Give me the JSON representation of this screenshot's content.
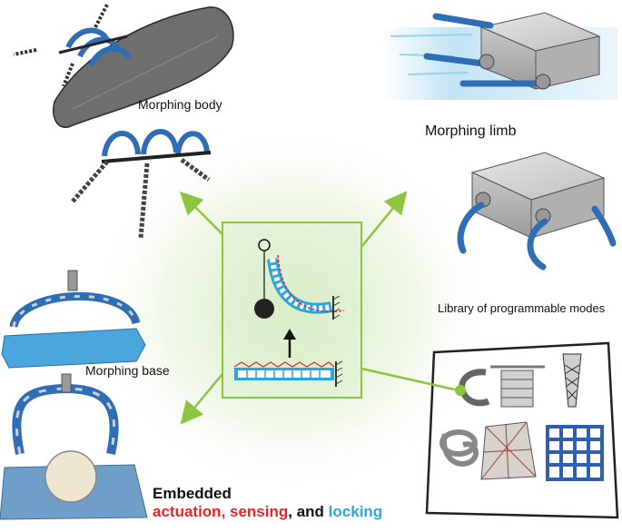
{
  "labels": {
    "morphing_body": "Morphing body",
    "morphing_limb": "Morphing limb",
    "morphing_base": "Morphing base",
    "library": "Library of programmable modes"
  },
  "caption": {
    "line1": "Embedded",
    "actuation": "actuation",
    "comma1": ", ",
    "sensing": "sensing",
    "comma2": ", ",
    "and": "and ",
    "locking": "locking"
  },
  "colors": {
    "arrow_green": "#8cc63f",
    "tube_blue": "#2f6db5",
    "sensing_red": "#e8232a",
    "locking_blue": "#2aa7df",
    "glow_green": "#d6ecc4"
  }
}
